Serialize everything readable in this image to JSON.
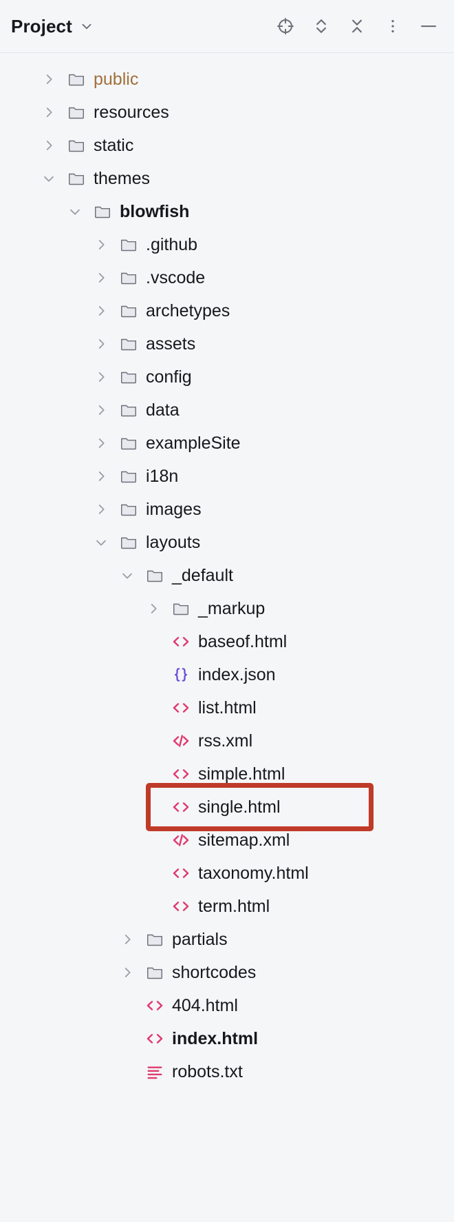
{
  "header": {
    "title": "Project",
    "dropdown_icon": "chevron-down-icon",
    "actions": [
      {
        "name": "select-opened-file-icon",
        "label": "Select Opened File"
      },
      {
        "name": "expand-collapse-icon",
        "label": "Expand / Collapse"
      },
      {
        "name": "collapse-all-icon",
        "label": "Collapse All"
      },
      {
        "name": "more-options-icon",
        "label": "More Options"
      },
      {
        "name": "hide-icon",
        "label": "Hide"
      }
    ]
  },
  "colors": {
    "background": "#f5f6f8",
    "text": "#17181b",
    "excluded_folder": "#a1703a",
    "html_icon": "#e03a6d",
    "xml_icon": "#e03a6d",
    "json_icon": "#6b4fd8",
    "text_file_icon": "#e03a6d",
    "folder_icon": "#e7e9ee",
    "folder_outline": "#6c7079",
    "chevron": "#9aa0a8",
    "highlight_box": "#bf3a28"
  },
  "highlight": {
    "target": "single.html",
    "shape": "rectangle"
  },
  "tree": {
    "nodes": [
      {
        "label": "public",
        "depth": 1,
        "type": "folder",
        "state": "collapsed",
        "icon": "folder-icon",
        "style": "excluded"
      },
      {
        "label": "resources",
        "depth": 1,
        "type": "folder",
        "state": "collapsed",
        "icon": "folder-icon",
        "style": "normal"
      },
      {
        "label": "static",
        "depth": 1,
        "type": "folder",
        "state": "collapsed",
        "icon": "folder-icon",
        "style": "normal"
      },
      {
        "label": "themes",
        "depth": 1,
        "type": "folder",
        "state": "expanded",
        "icon": "folder-icon",
        "style": "normal"
      },
      {
        "label": "blowfish",
        "depth": 2,
        "type": "folder",
        "state": "expanded",
        "icon": "folder-icon",
        "style": "bold"
      },
      {
        "label": ".github",
        "depth": 3,
        "type": "folder",
        "state": "collapsed",
        "icon": "folder-icon",
        "style": "normal"
      },
      {
        "label": ".vscode",
        "depth": 3,
        "type": "folder",
        "state": "collapsed",
        "icon": "folder-icon",
        "style": "normal"
      },
      {
        "label": "archetypes",
        "depth": 3,
        "type": "folder",
        "state": "collapsed",
        "icon": "folder-icon",
        "style": "normal"
      },
      {
        "label": "assets",
        "depth": 3,
        "type": "folder",
        "state": "collapsed",
        "icon": "folder-icon",
        "style": "normal"
      },
      {
        "label": "config",
        "depth": 3,
        "type": "folder",
        "state": "collapsed",
        "icon": "folder-icon",
        "style": "normal"
      },
      {
        "label": "data",
        "depth": 3,
        "type": "folder",
        "state": "collapsed",
        "icon": "folder-icon",
        "style": "normal"
      },
      {
        "label": "exampleSite",
        "depth": 3,
        "type": "folder",
        "state": "collapsed",
        "icon": "folder-icon",
        "style": "normal"
      },
      {
        "label": "i18n",
        "depth": 3,
        "type": "folder",
        "state": "collapsed",
        "icon": "folder-icon",
        "style": "normal"
      },
      {
        "label": "images",
        "depth": 3,
        "type": "folder",
        "state": "collapsed",
        "icon": "folder-icon",
        "style": "normal"
      },
      {
        "label": "layouts",
        "depth": 3,
        "type": "folder",
        "state": "expanded",
        "icon": "folder-icon",
        "style": "normal"
      },
      {
        "label": "_default",
        "depth": 4,
        "type": "folder",
        "state": "expanded",
        "icon": "folder-icon",
        "style": "normal"
      },
      {
        "label": "_markup",
        "depth": 5,
        "type": "folder",
        "state": "collapsed",
        "icon": "folder-icon",
        "style": "normal"
      },
      {
        "label": "baseof.html",
        "depth": 5,
        "type": "file",
        "state": "leaf",
        "icon": "html-file-icon",
        "style": "normal"
      },
      {
        "label": "index.json",
        "depth": 5,
        "type": "file",
        "state": "leaf",
        "icon": "json-file-icon",
        "style": "normal"
      },
      {
        "label": "list.html",
        "depth": 5,
        "type": "file",
        "state": "leaf",
        "icon": "html-file-icon",
        "style": "normal"
      },
      {
        "label": "rss.xml",
        "depth": 5,
        "type": "file",
        "state": "leaf",
        "icon": "xml-file-icon",
        "style": "normal"
      },
      {
        "label": "simple.html",
        "depth": 5,
        "type": "file",
        "state": "leaf",
        "icon": "html-file-icon",
        "style": "normal"
      },
      {
        "label": "single.html",
        "depth": 5,
        "type": "file",
        "state": "leaf",
        "icon": "html-file-icon",
        "style": "normal"
      },
      {
        "label": "sitemap.xml",
        "depth": 5,
        "type": "file",
        "state": "leaf",
        "icon": "xml-file-icon",
        "style": "normal"
      },
      {
        "label": "taxonomy.html",
        "depth": 5,
        "type": "file",
        "state": "leaf",
        "icon": "html-file-icon",
        "style": "normal"
      },
      {
        "label": "term.html",
        "depth": 5,
        "type": "file",
        "state": "leaf",
        "icon": "html-file-icon",
        "style": "normal"
      },
      {
        "label": "partials",
        "depth": 4,
        "type": "folder",
        "state": "collapsed",
        "icon": "folder-icon",
        "style": "normal"
      },
      {
        "label": "shortcodes",
        "depth": 4,
        "type": "folder",
        "state": "collapsed",
        "icon": "folder-icon",
        "style": "normal"
      },
      {
        "label": "404.html",
        "depth": 4,
        "type": "file",
        "state": "leaf",
        "icon": "html-file-icon",
        "style": "normal"
      },
      {
        "label": "index.html",
        "depth": 4,
        "type": "file",
        "state": "leaf",
        "icon": "html-file-icon",
        "style": "bold"
      },
      {
        "label": "robots.txt",
        "depth": 4,
        "type": "file",
        "state": "leaf",
        "icon": "text-file-icon",
        "style": "normal"
      }
    ]
  }
}
